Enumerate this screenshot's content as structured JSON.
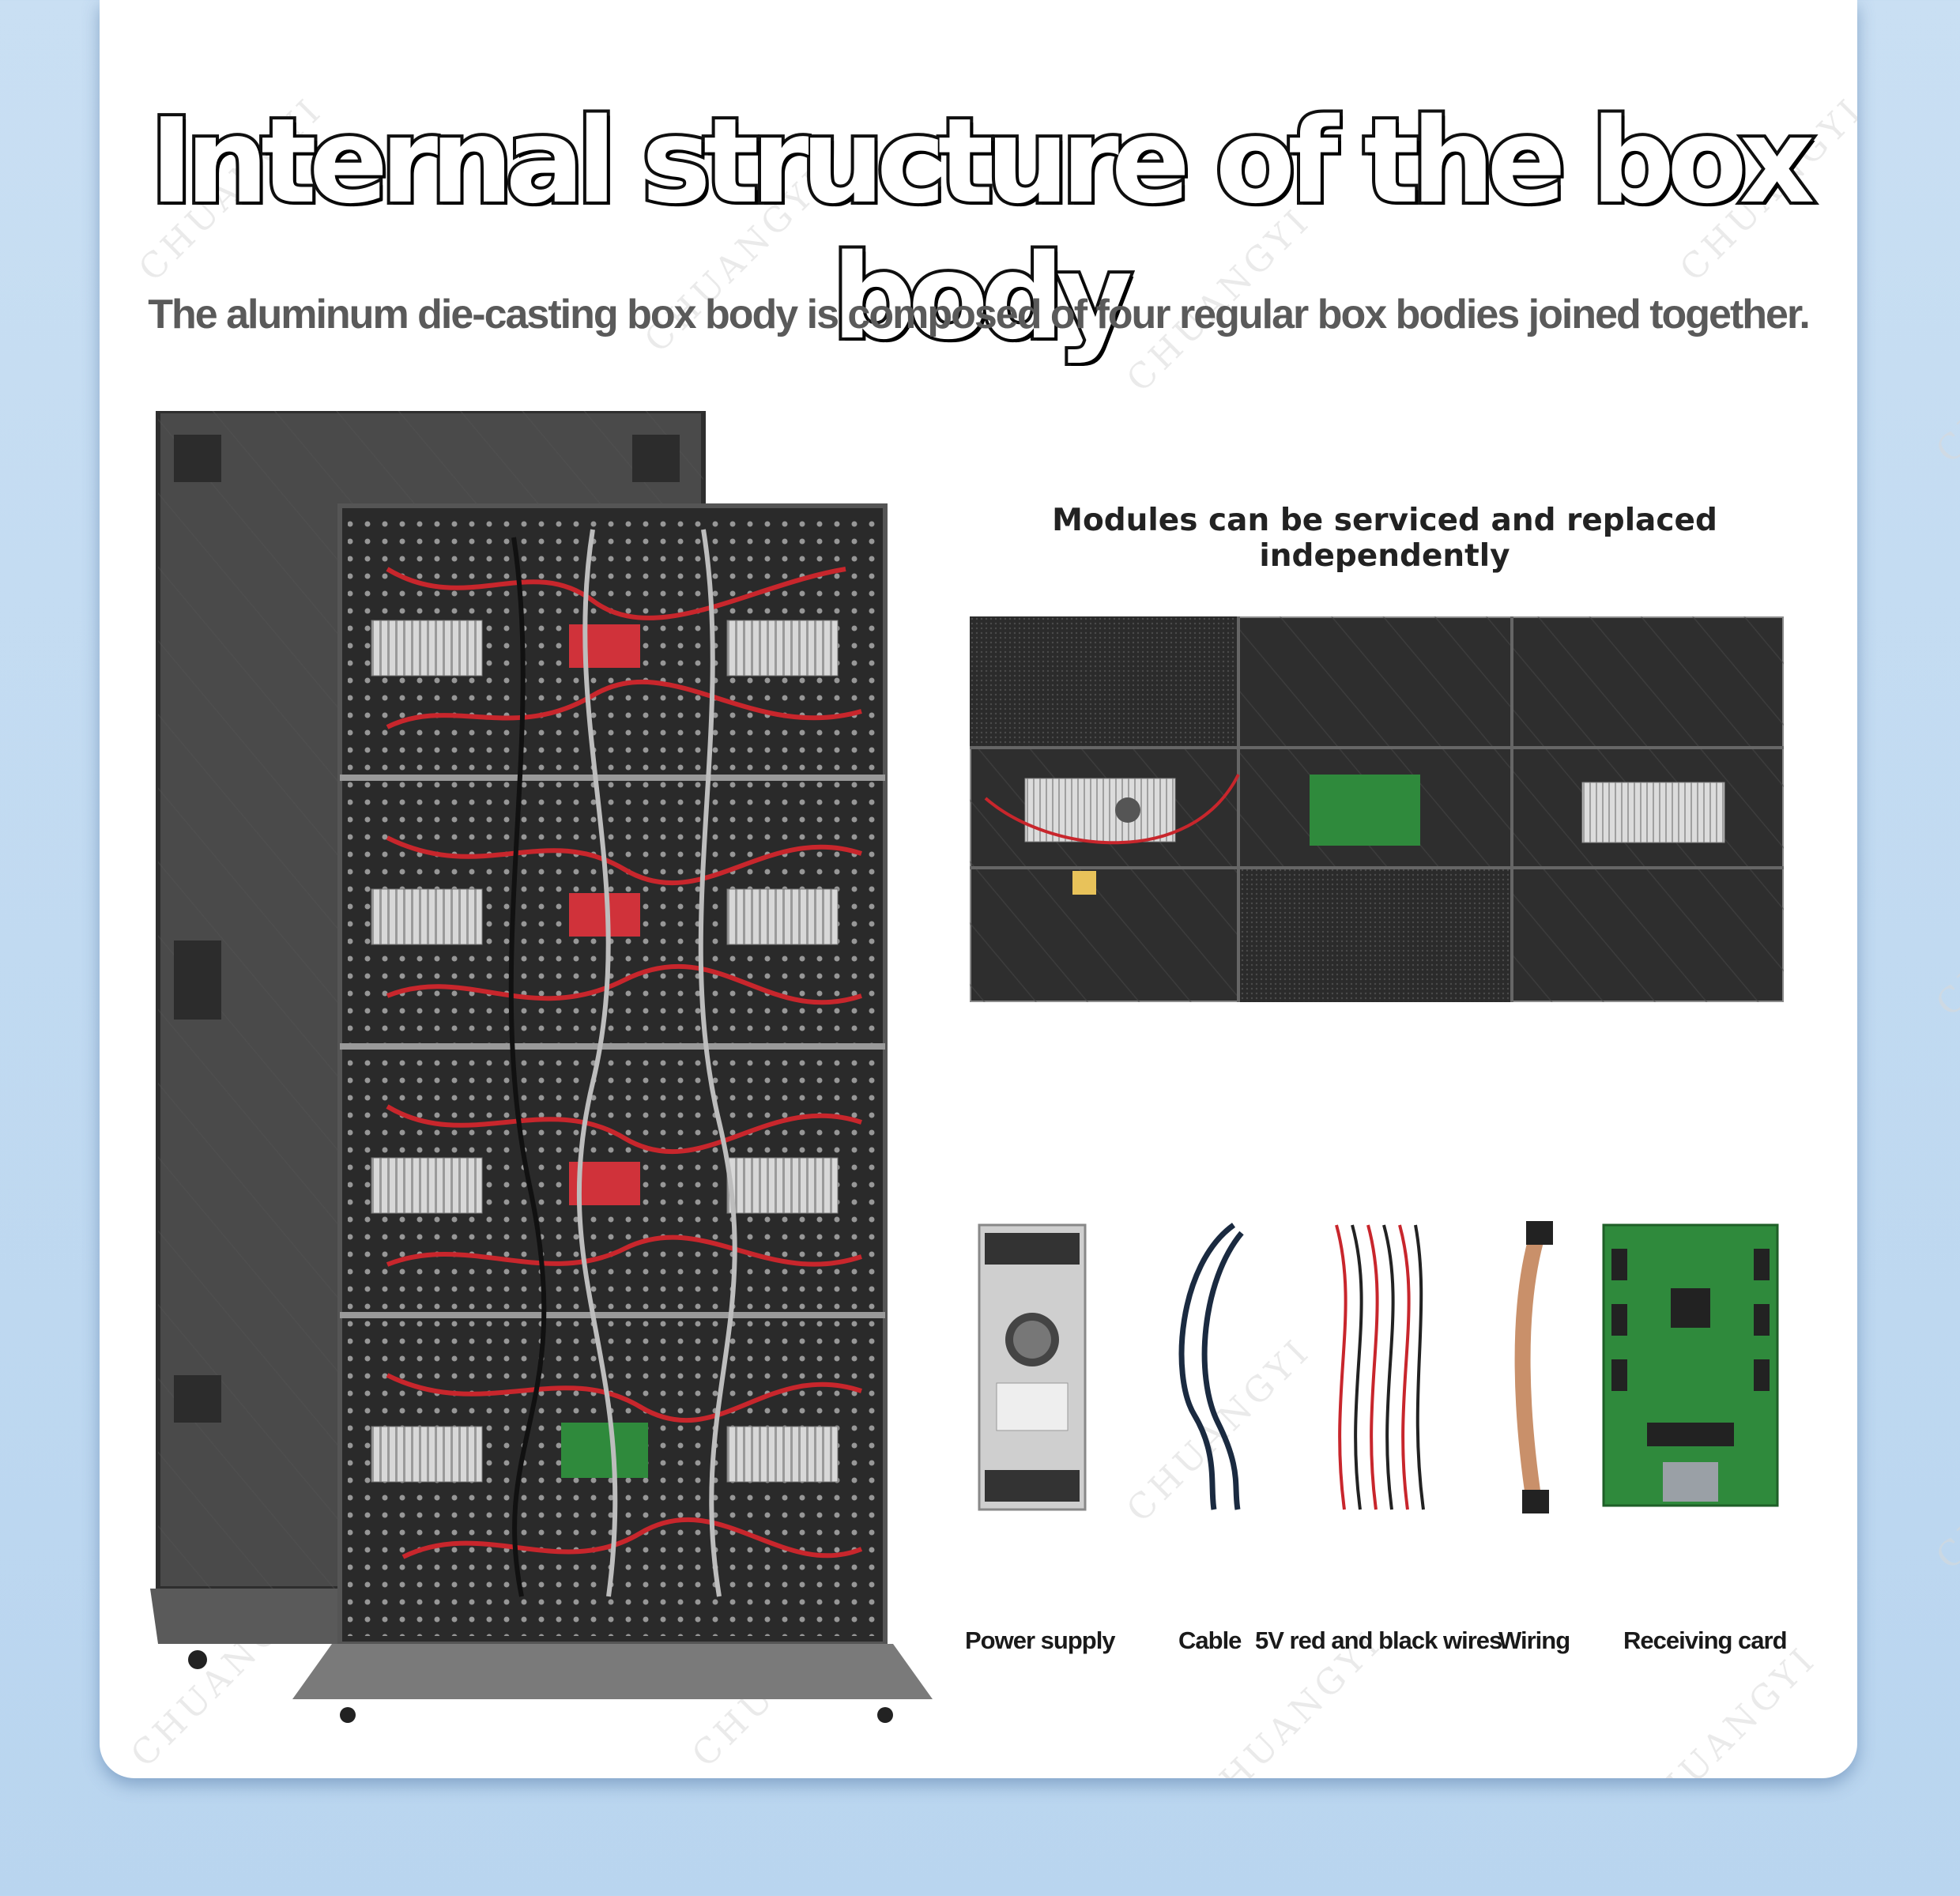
{
  "title": "Internal structure of the box body",
  "subtitle": "The aluminum die-casting box body is composed of four regular box bodies joined together.",
  "modules_heading": "Modules can be serviced and replaced independently",
  "watermark": "CHUANGYI",
  "components": [
    {
      "label": "Power supply",
      "icon": "power-supply-icon"
    },
    {
      "label": "Cable",
      "icon": "cable-icon"
    },
    {
      "label": "5V red and black wires",
      "icon": "red-black-wires-icon"
    },
    {
      "label": "Wiring",
      "icon": "ribbon-wiring-icon"
    },
    {
      "label": "Receiving card",
      "icon": "receiving-card-icon"
    }
  ],
  "colors": {
    "page_background": "#c3dbf1",
    "card_background": "#ffffff",
    "cabinet_frame": "#3a3a3a",
    "wire_red": "#c8262c",
    "pcb_green": "#2f8a3c",
    "pcb_red": "#d0323a"
  }
}
